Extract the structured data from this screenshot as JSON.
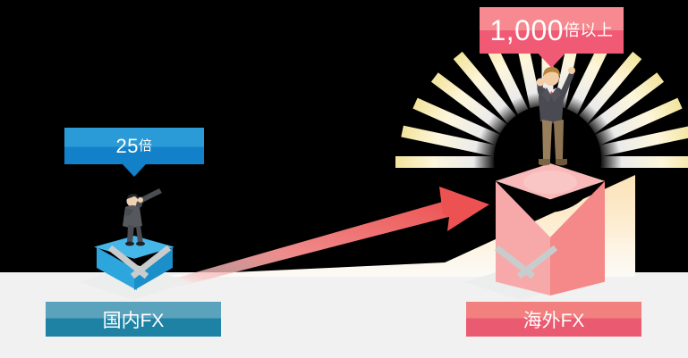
{
  "scene": {
    "title_alt": "FX leverage comparison infographic",
    "background_color": "#000000",
    "floor_color": "#f1f1f1"
  },
  "banners": {
    "domestic": {
      "number": "25",
      "suffix": "倍",
      "top_color": "#2a9bd6",
      "bottom_color": "#1381c9",
      "text_color": "#ffffff"
    },
    "overseas": {
      "number": "1,000",
      "suffix": "倍以上",
      "top_color": "#f78a90",
      "bottom_color": "#f05a74",
      "text_color": "#ffffff"
    }
  },
  "labels": {
    "domestic": {
      "text": "国内FX",
      "top_color": "#5ba3bd",
      "bottom_color": "#1d82a4",
      "text_color": "#ffffff"
    },
    "overseas": {
      "text": "海外FX",
      "top_color": "#f2807f",
      "bottom_color": "#ea5a70",
      "text_color": "#ffffff"
    }
  },
  "pedestals": {
    "domestic": {
      "shape": "cube",
      "top_color": "#45b6e8",
      "left_color": "#2da5dd",
      "right_color": "#1b8fc9"
    },
    "overseas": {
      "shape": "tall-prism",
      "top_color": "#f9b9b9",
      "left_color": "#f7a9a9",
      "right_color": "#f58888"
    }
  },
  "figures": {
    "domestic": {
      "icon": "businessman-with-telescope",
      "suit_color": "#55595d",
      "hair_color": "#2b2b2b",
      "skin_color": "#f0c9a8"
    },
    "overseas": {
      "icon": "businessman-arms-raised",
      "suit_color": "#4a4a52",
      "trouser_color": "#9a7f5c",
      "hair_color": "#b5853f",
      "skin_color": "#f2cda6",
      "tie_color": "#d94a4a"
    }
  },
  "arrow": {
    "icon": "growth-arrow-up-right",
    "start_color": "#f9d7d7",
    "end_color": "#ed5a5a"
  },
  "sunburst": {
    "icon": "sunburst-rays",
    "ray_count": 13,
    "ray_inner_color": "#ffffff",
    "ray_outer_color": "#f2e49c"
  },
  "wedge": {
    "icon": "gradient-growth-wedge",
    "top_color": "#fbe2b8",
    "bottom_color": "#fbfaf6"
  }
}
